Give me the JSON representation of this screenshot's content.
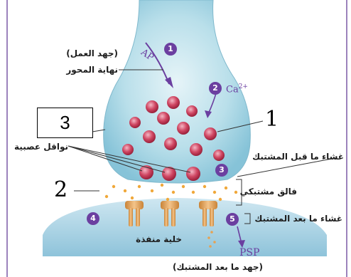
{
  "labels": {
    "action_potential": "(جهد العمل)",
    "axon_terminal": "نهاية المحور",
    "neurotransmitters": "نواقل عصبية",
    "presynaptic_membrane": "غشاء ما قبل المشتبك",
    "synaptic_cleft": "فالق مشتبكي",
    "postsynaptic_membrane": "غشاء ما بعد المشتبك",
    "effector_cell": "خلية منفذة",
    "postsynaptic_potential": "(جهد ما بعد المشتبك)",
    "ap": "AP",
    "ca": "Ca",
    "ca_charge": "2+",
    "psp": "PSP"
  },
  "answers": {
    "box_value": "3",
    "one": "1",
    "two": "2"
  },
  "badges": [
    "1",
    "2",
    "3",
    "4",
    "5"
  ],
  "colors": {
    "terminal": "#a9d7e6",
    "vesicle": "#c2364e",
    "postsynaptic": "#9ccbe0",
    "receptor": "#e1a25a",
    "accent": "#6b3fa0",
    "border": "#7b5aa6"
  }
}
